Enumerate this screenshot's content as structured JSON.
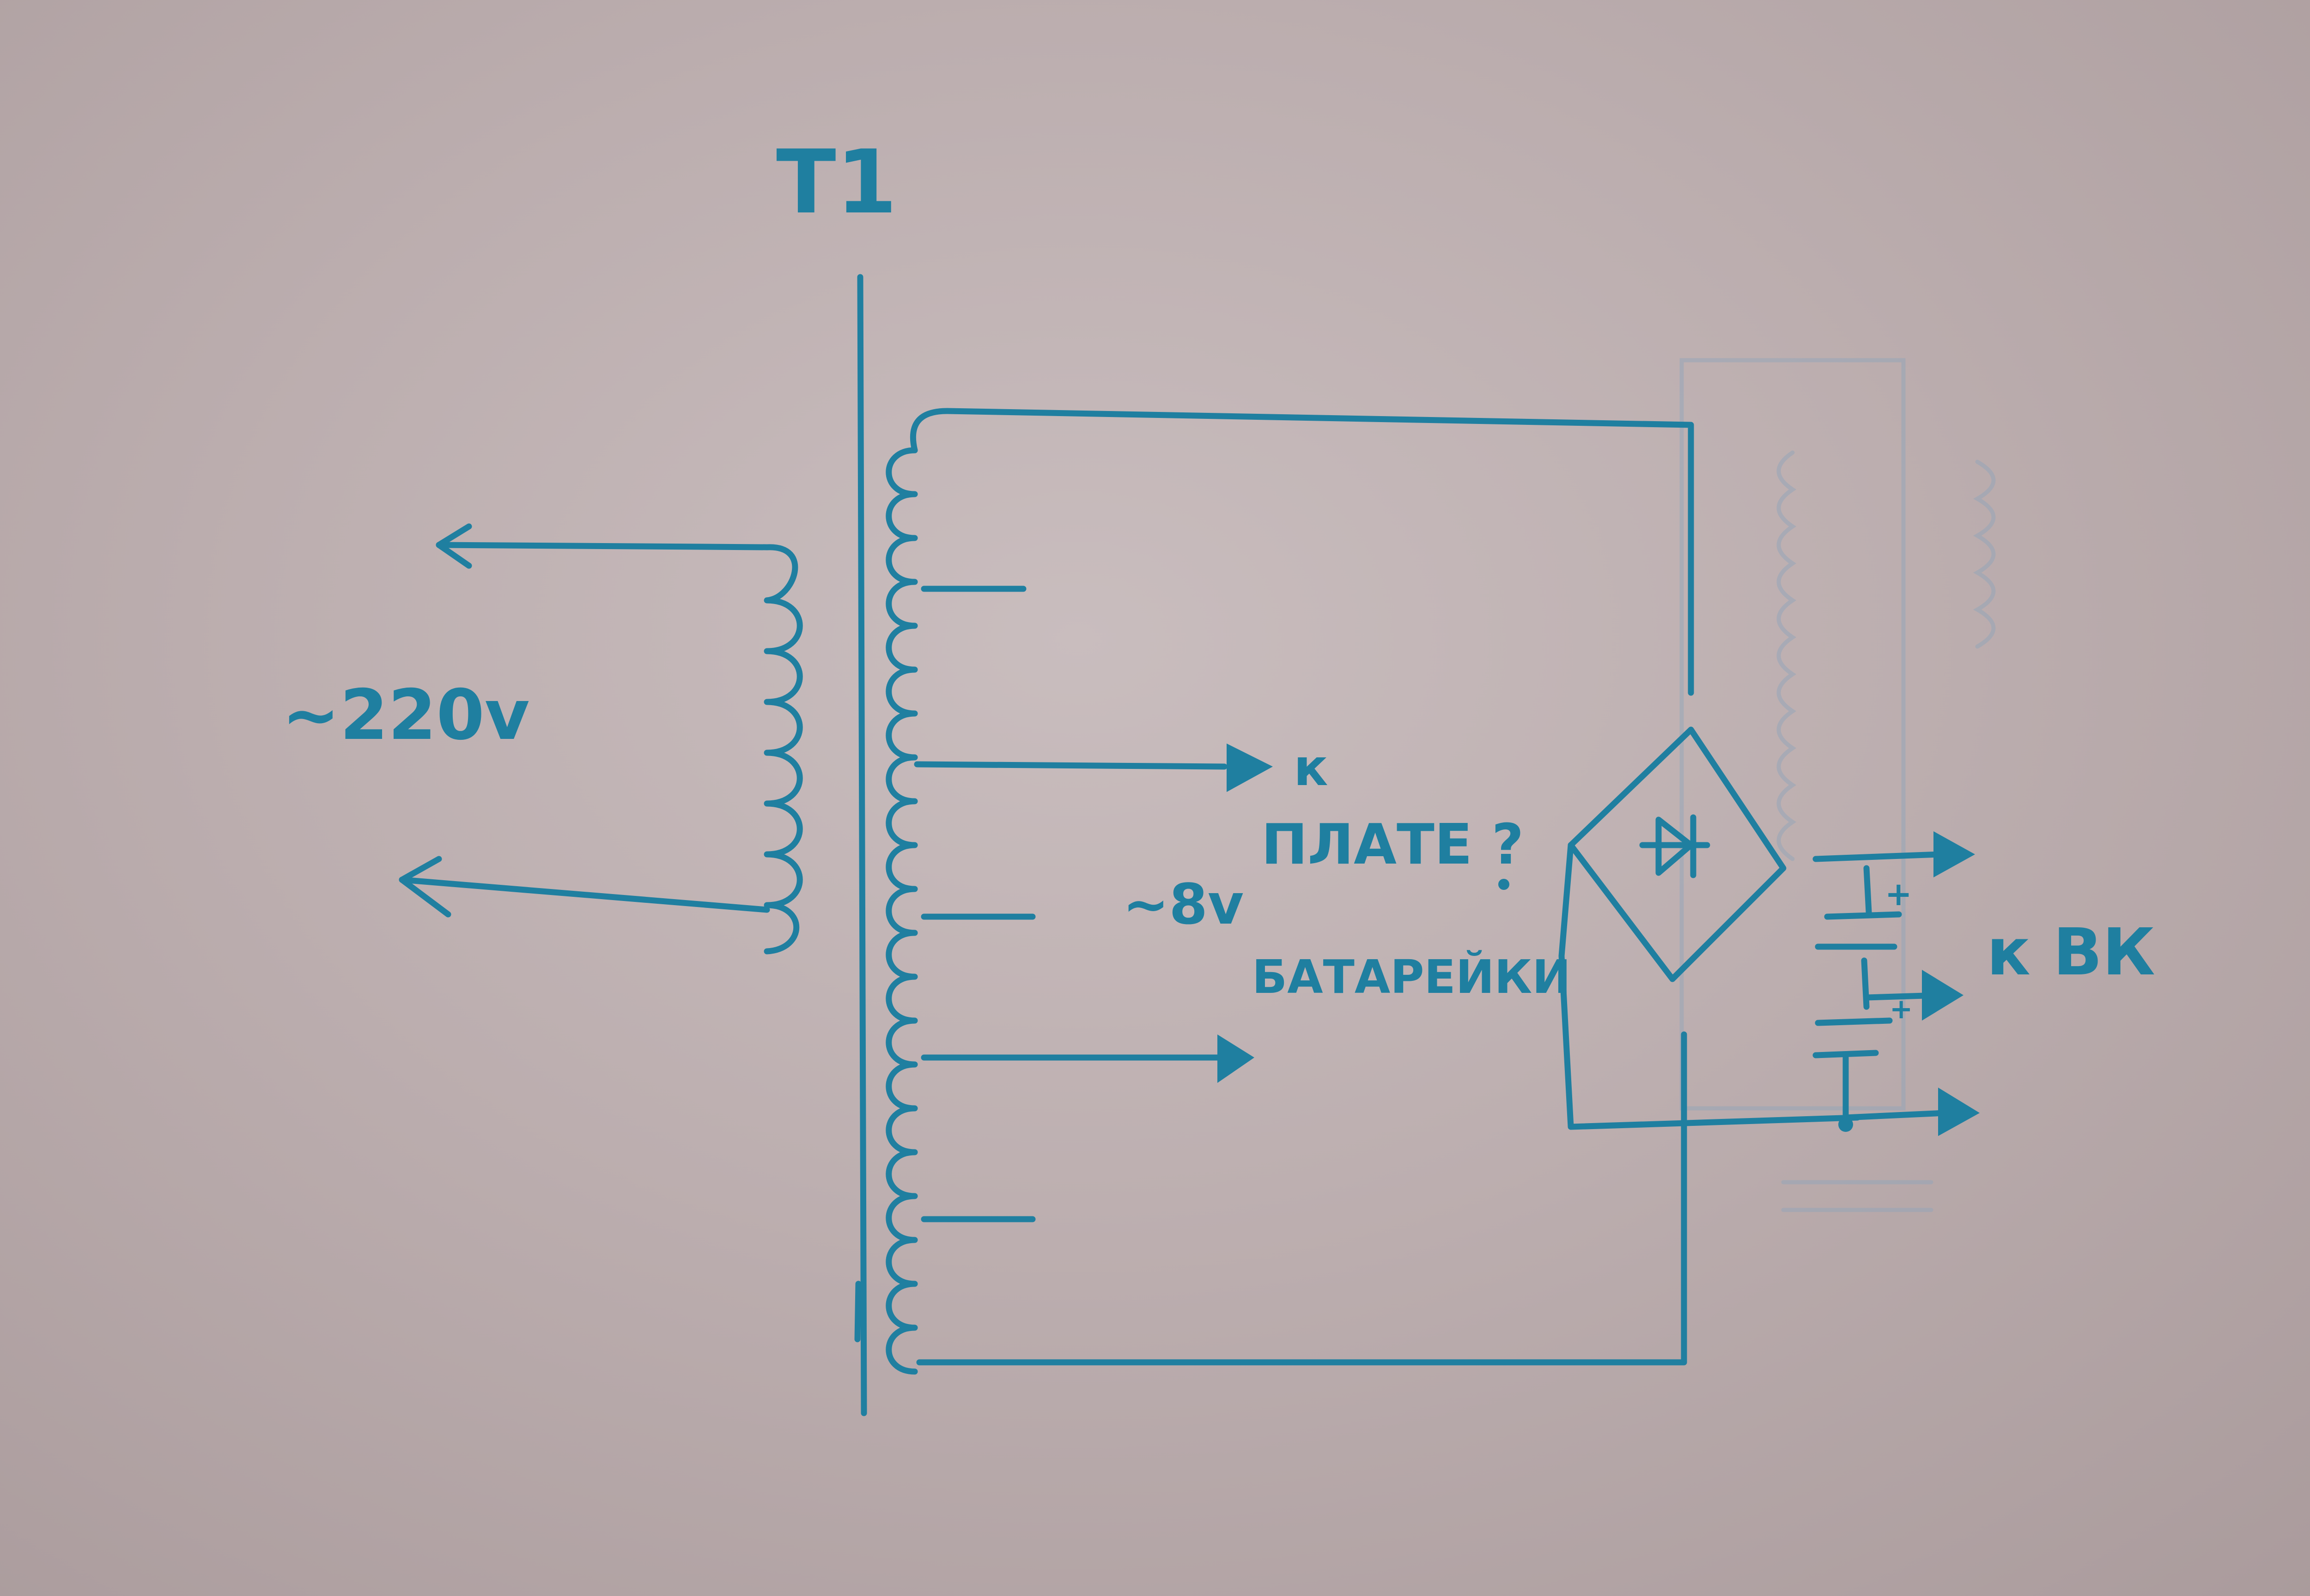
{
  "ink_color": "#1f7fa0",
  "paper_color": "#c2b5b6",
  "labels": {
    "transformer": "T1",
    "mains_voltage": "~220v",
    "to": "к",
    "board": "ПЛАТЕ ?",
    "secondary_voltage": "~8v",
    "batteries": "БАТАРЕЙКИ",
    "to_bk": "к ВК",
    "plus": "+"
  },
  "icons": {
    "bridge": "diode-bridge-icon",
    "arrow": "arrow-right-icon"
  }
}
